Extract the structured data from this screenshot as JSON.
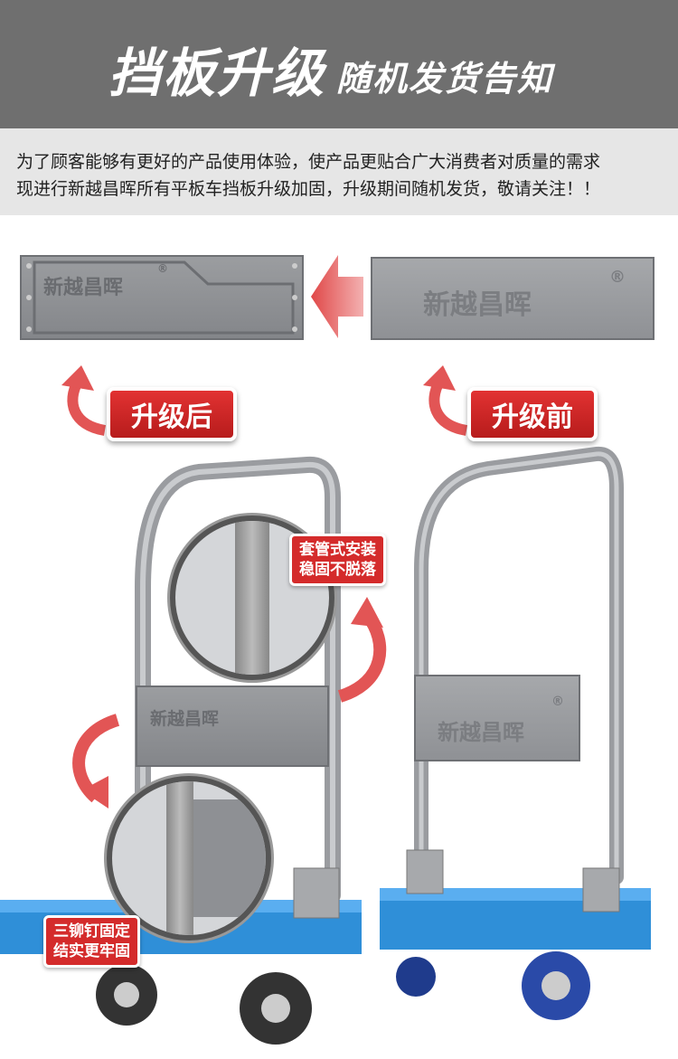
{
  "header": {
    "title": "挡板升级",
    "subtitle": "随机发货告知"
  },
  "intro": {
    "line1": "为了顾客能够有更好的产品使用体验，使产品更贴合广大消费者对质量的需求",
    "line2": "现进行新越昌晖所有平板车挡板升级加固，升级期间随机发货，敬请关注！！"
  },
  "brand": {
    "logo_text": "新越昌晖",
    "registered": "®"
  },
  "labels": {
    "after": "升级后",
    "before": "升级前",
    "sleeve_line1": "套管式安装",
    "sleeve_line2": "稳固不脱落",
    "rivet_line1": "三铆钉固定",
    "rivet_line2": "结实更牢固"
  },
  "colors": {
    "banner": "#6f6f6f",
    "accent_red": "#d42b2b",
    "deck_blue": "#2f8fd8",
    "panel_gray": "#8e9094"
  }
}
